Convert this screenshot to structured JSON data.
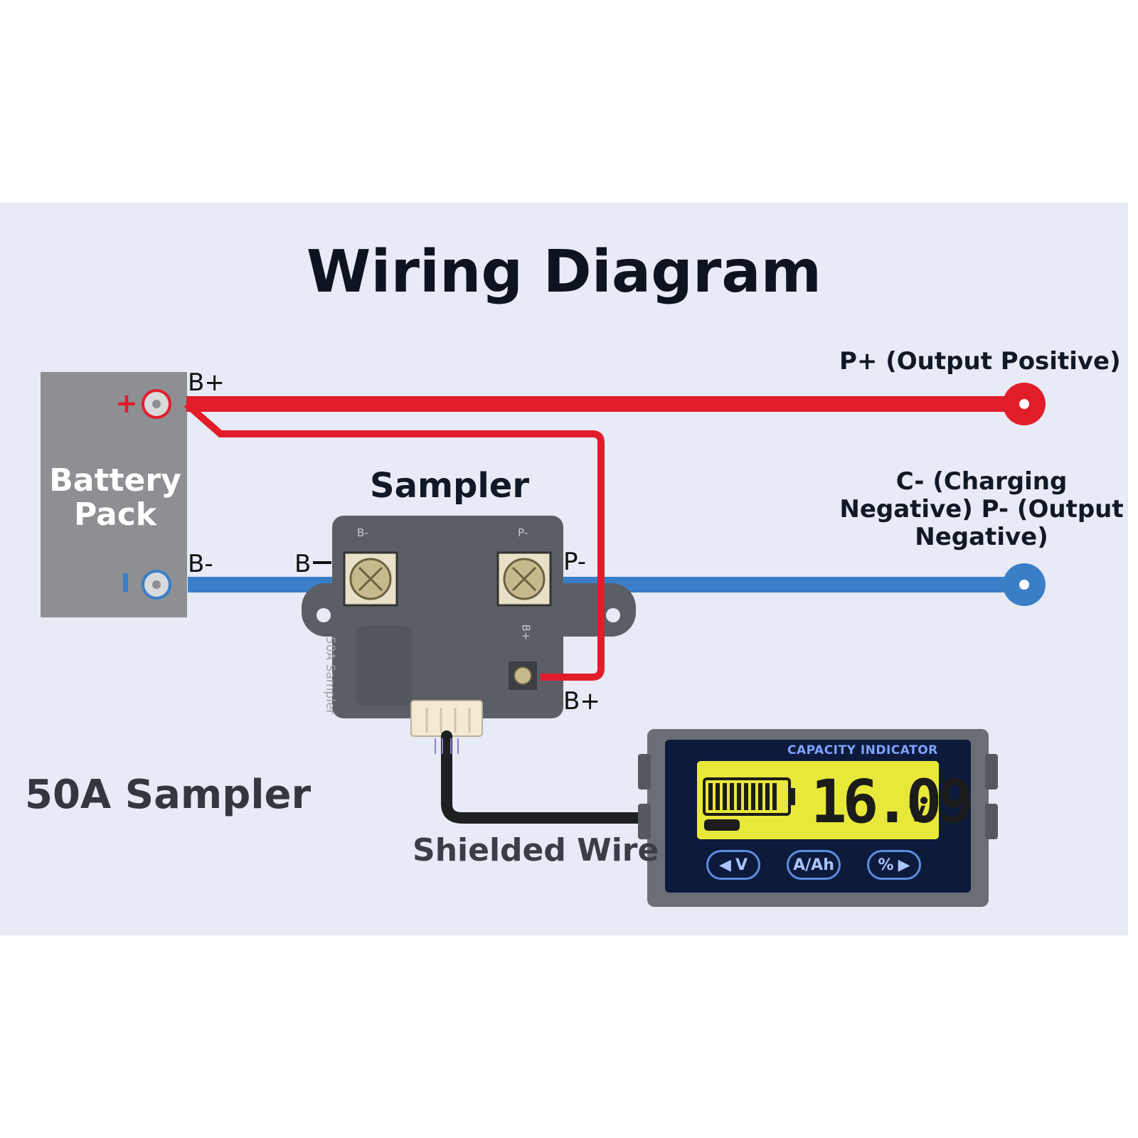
{
  "title": "Wiring Diagram",
  "battery": {
    "label": "Battery Pack",
    "plus_symbol": "+",
    "minus_symbol": "I"
  },
  "terminals": {
    "battery_b_plus": "B+",
    "battery_b_minus": "B-",
    "sampler_b_minus": "B",
    "sampler_p_minus": "P-",
    "sampler_b_plus": "B+"
  },
  "sampler": {
    "title": "Sampler",
    "silk_b_minus": "B-",
    "silk_p_minus": "P-",
    "silk_b_plus": "B+",
    "silk_model": "50A Sampler"
  },
  "outputs": {
    "p_plus": "P+ (Output Positive)",
    "c_minus": "C- (Charging Negative) P- (Output Negative)"
  },
  "captions": {
    "model": "50A Sampler",
    "cable": "Shielded Wire"
  },
  "display": {
    "title": "CAPACITY INDICATOR",
    "reading": "16.09",
    "unit": "V",
    "buttons": {
      "v": "V",
      "aah": "A/Ah",
      "pct": "%"
    }
  },
  "colors": {
    "positive_wire": "#e11d2a",
    "negative_wire": "#3a7ec8",
    "panel": "#e8eaf5",
    "lcd": "#e8e83a"
  }
}
